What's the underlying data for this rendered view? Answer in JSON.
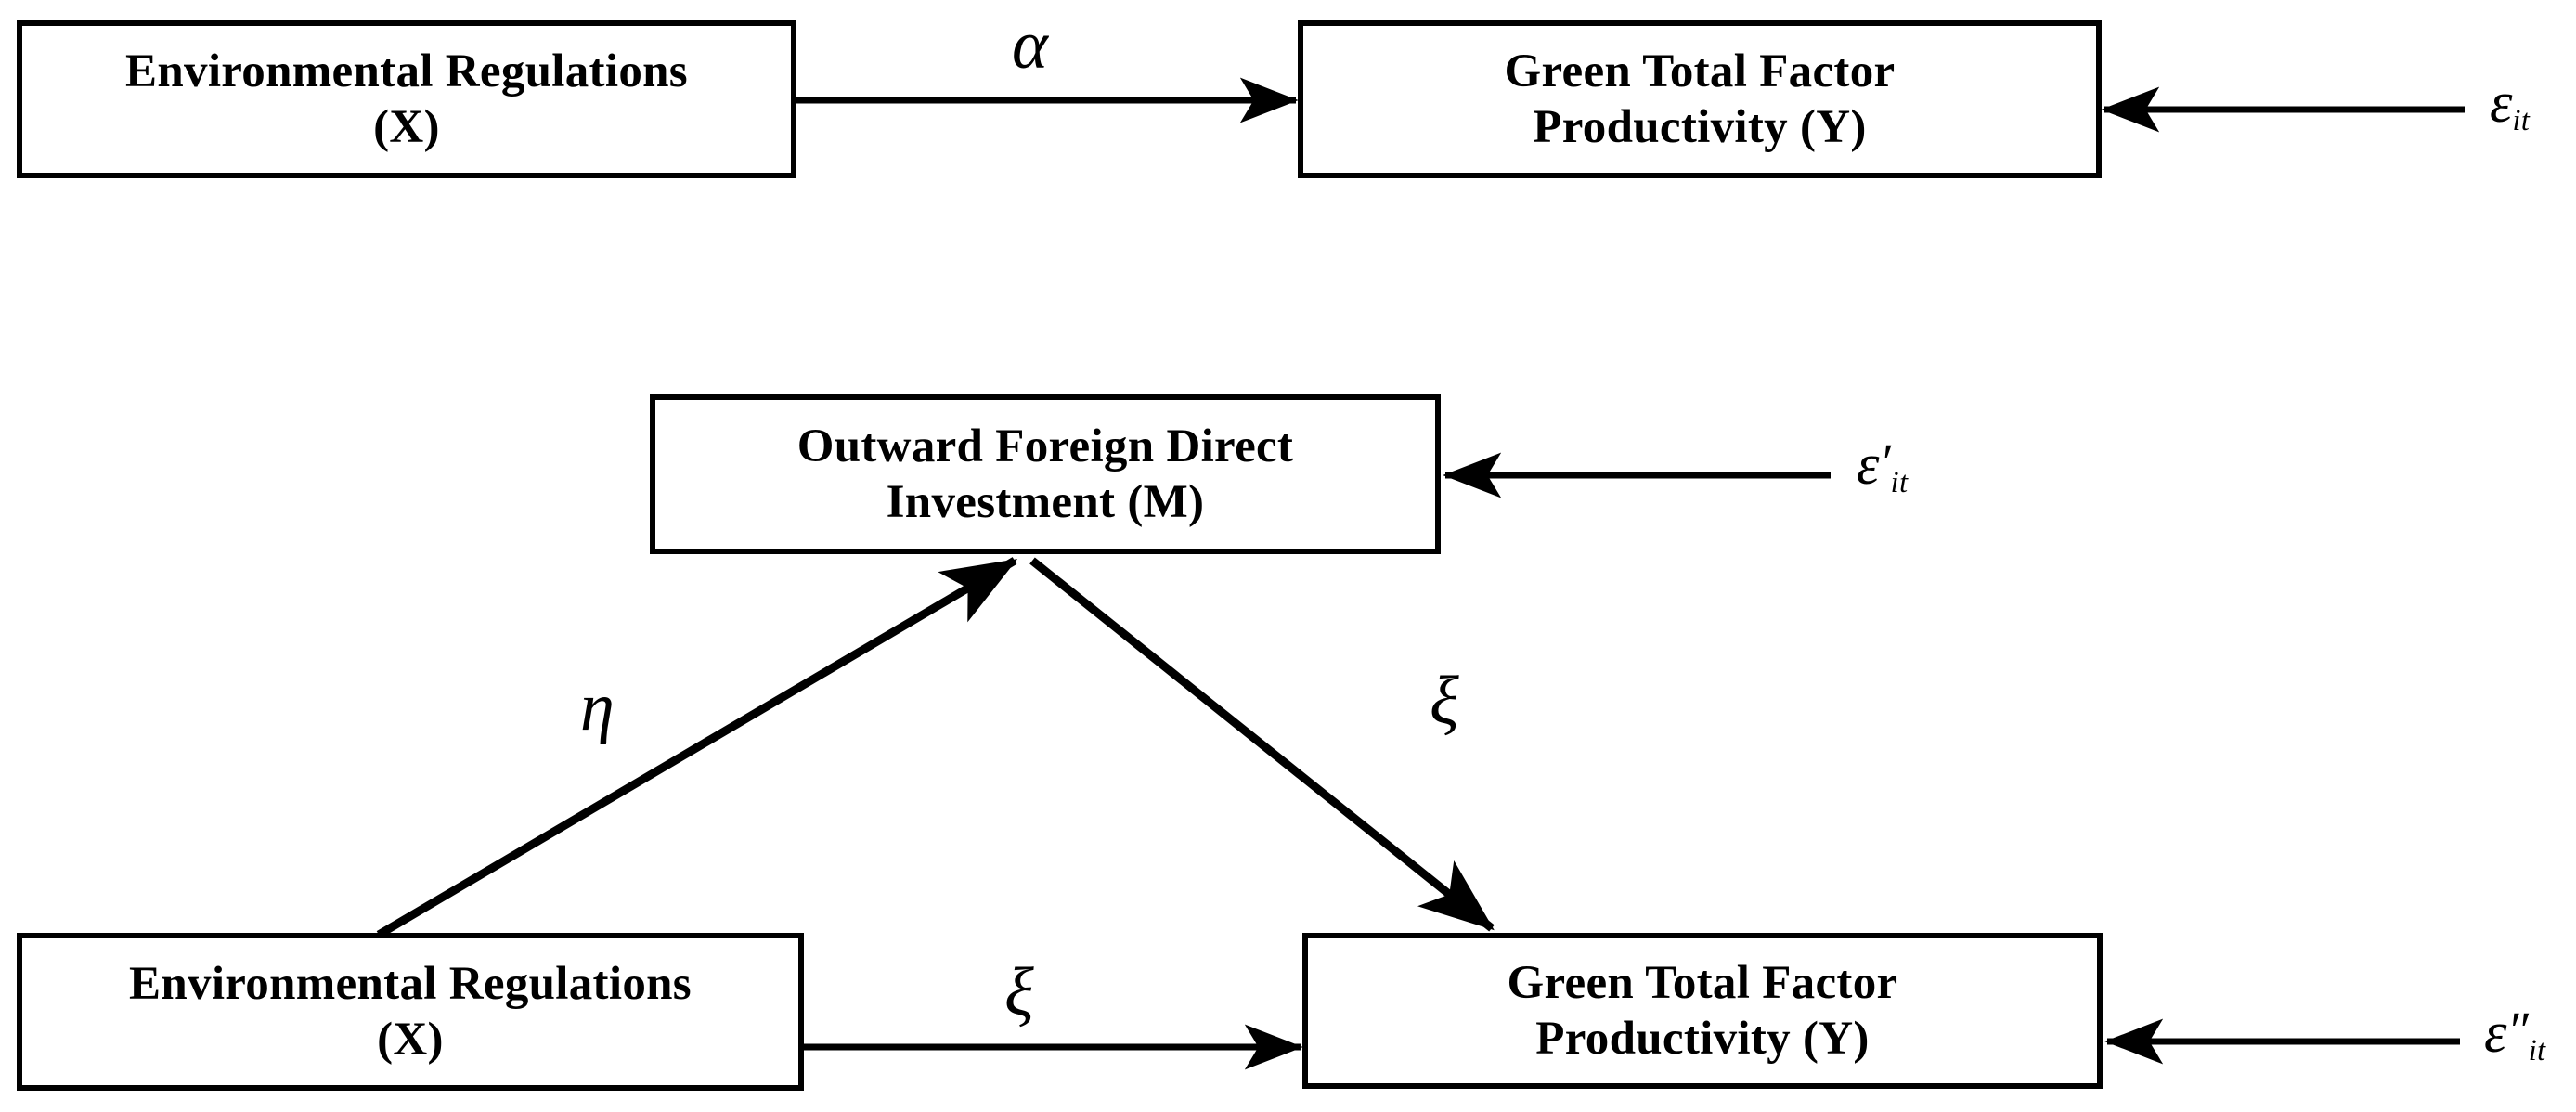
{
  "diagram": {
    "type": "mediation-path-diagram",
    "background_color": "#ffffff",
    "stroke_color": "#000000",
    "panels": [
      {
        "id": "direct-effect-model",
        "description": "Top panel: direct effect of X on Y"
      },
      {
        "id": "mediation-model",
        "description": "Bottom panel: mediation of X on Y through M"
      }
    ]
  },
  "nodes": {
    "top_x": {
      "line1": "Environmental Regulations",
      "line2": "(X)"
    },
    "top_y": {
      "line1": "Green Total Factor",
      "line2": "Productivity (Y)"
    },
    "mediator_m": {
      "line1": "Outward Foreign Direct",
      "line2": "Investment (M)"
    },
    "bottom_x": {
      "line1": "Environmental Regulations",
      "line2": "(X)"
    },
    "bottom_y": {
      "line1": "Green Total Factor",
      "line2": "Productivity (Y)"
    }
  },
  "edge_labels": {
    "alpha": "α",
    "eta": "η",
    "xi_m_to_y": "ξ",
    "xi_x_to_y": "ξ"
  },
  "error_terms": {
    "top_y_error": {
      "symbol": "ε",
      "prime": "",
      "subscript": "it"
    },
    "mediator_error": {
      "symbol": "ε",
      "prime": "′",
      "subscript": "it"
    },
    "bottom_y_error": {
      "symbol": "ε",
      "prime": "″",
      "subscript": "it"
    }
  }
}
